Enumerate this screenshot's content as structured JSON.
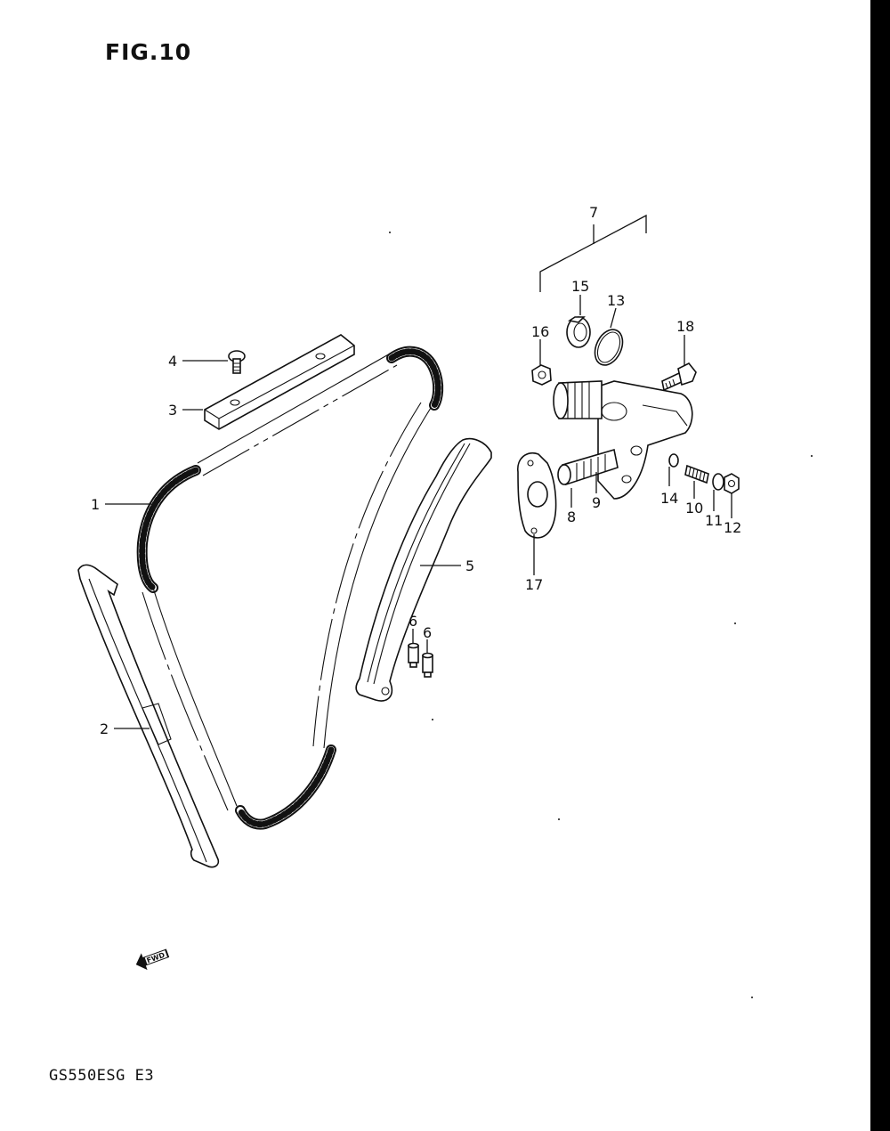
{
  "figure": {
    "title": "FIG.10",
    "model_code": "GS550ESG E3",
    "fwd_badge": "FWD"
  },
  "callouts": [
    {
      "id": "1",
      "part": "cam-chain"
    },
    {
      "id": "2",
      "part": "chain-guide-front"
    },
    {
      "id": "3",
      "part": "chain-guide-top"
    },
    {
      "id": "4",
      "part": "guide-screw"
    },
    {
      "id": "5",
      "part": "chain-guide-rear"
    },
    {
      "id": "6",
      "part": "guide-pin"
    },
    {
      "id": "6",
      "part": "guide-pin"
    },
    {
      "id": "7",
      "part": "tensioner-assembly"
    },
    {
      "id": "8",
      "part": "push-rod"
    },
    {
      "id": "9",
      "part": "spring"
    },
    {
      "id": "10",
      "part": "adjuster-bolt"
    },
    {
      "id": "11",
      "part": "washer"
    },
    {
      "id": "12",
      "part": "lock-nut"
    },
    {
      "id": "13",
      "part": "o-ring"
    },
    {
      "id": "14",
      "part": "o-ring-small"
    },
    {
      "id": "15",
      "part": "oil-seal"
    },
    {
      "id": "16",
      "part": "nut"
    },
    {
      "id": "17",
      "part": "gasket"
    },
    {
      "id": "18",
      "part": "bolt"
    }
  ],
  "colors": {
    "ink": "#111111",
    "paper": "#ffffff"
  }
}
